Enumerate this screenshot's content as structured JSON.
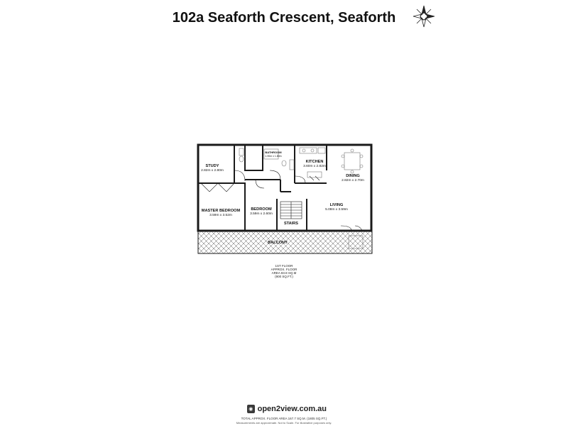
{
  "title": "102a Seaforth Crescent, Seaforth",
  "rooms": [
    {
      "id": "study",
      "name": "STUDY",
      "dims": "2.82m x 2.80m"
    },
    {
      "id": "bathroom",
      "name": "BATHROOM",
      "dims": "1.90m x 1.80m"
    },
    {
      "id": "kitchen",
      "name": "KITCHEN",
      "dims": "3.60m x 2.82m"
    },
    {
      "id": "dining",
      "name": "DINING",
      "dims": "2.82m x 2.70m"
    },
    {
      "id": "master",
      "name": "MASTER BEDROOM",
      "dims": "3.59m x 3.52m"
    },
    {
      "id": "bedroom",
      "name": "BEDROOM",
      "dims": "3.59m x 2.60m"
    },
    {
      "id": "living",
      "name": "LIVING",
      "dims": "5.08m x 3.59m"
    },
    {
      "id": "stairs",
      "name": "STAIRS",
      "dims": ""
    },
    {
      "id": "balcony",
      "name": "BALCONY",
      "dims": ""
    }
  ],
  "floor_note": {
    "line1": "1ST FLOOR",
    "line2": "APPROX. FLOOR",
    "line3": "AREA 83.8 SQ.M",
    "line4": "(900 SQ.FT.)"
  },
  "brand": {
    "text": "open2view.com.au",
    "icon": "camera-logo-icon"
  },
  "total_area": "TOTAL APPROX. FLOOR AREA 167.7 SQ.M. (1805 SQ.FT.)",
  "disclaimer": "Measurements are approximate. Not to Scale. For illustrative purposes only.",
  "colors": {
    "wall": "#1a1a1a",
    "hatch": "#555555",
    "fixture": "#777777"
  }
}
